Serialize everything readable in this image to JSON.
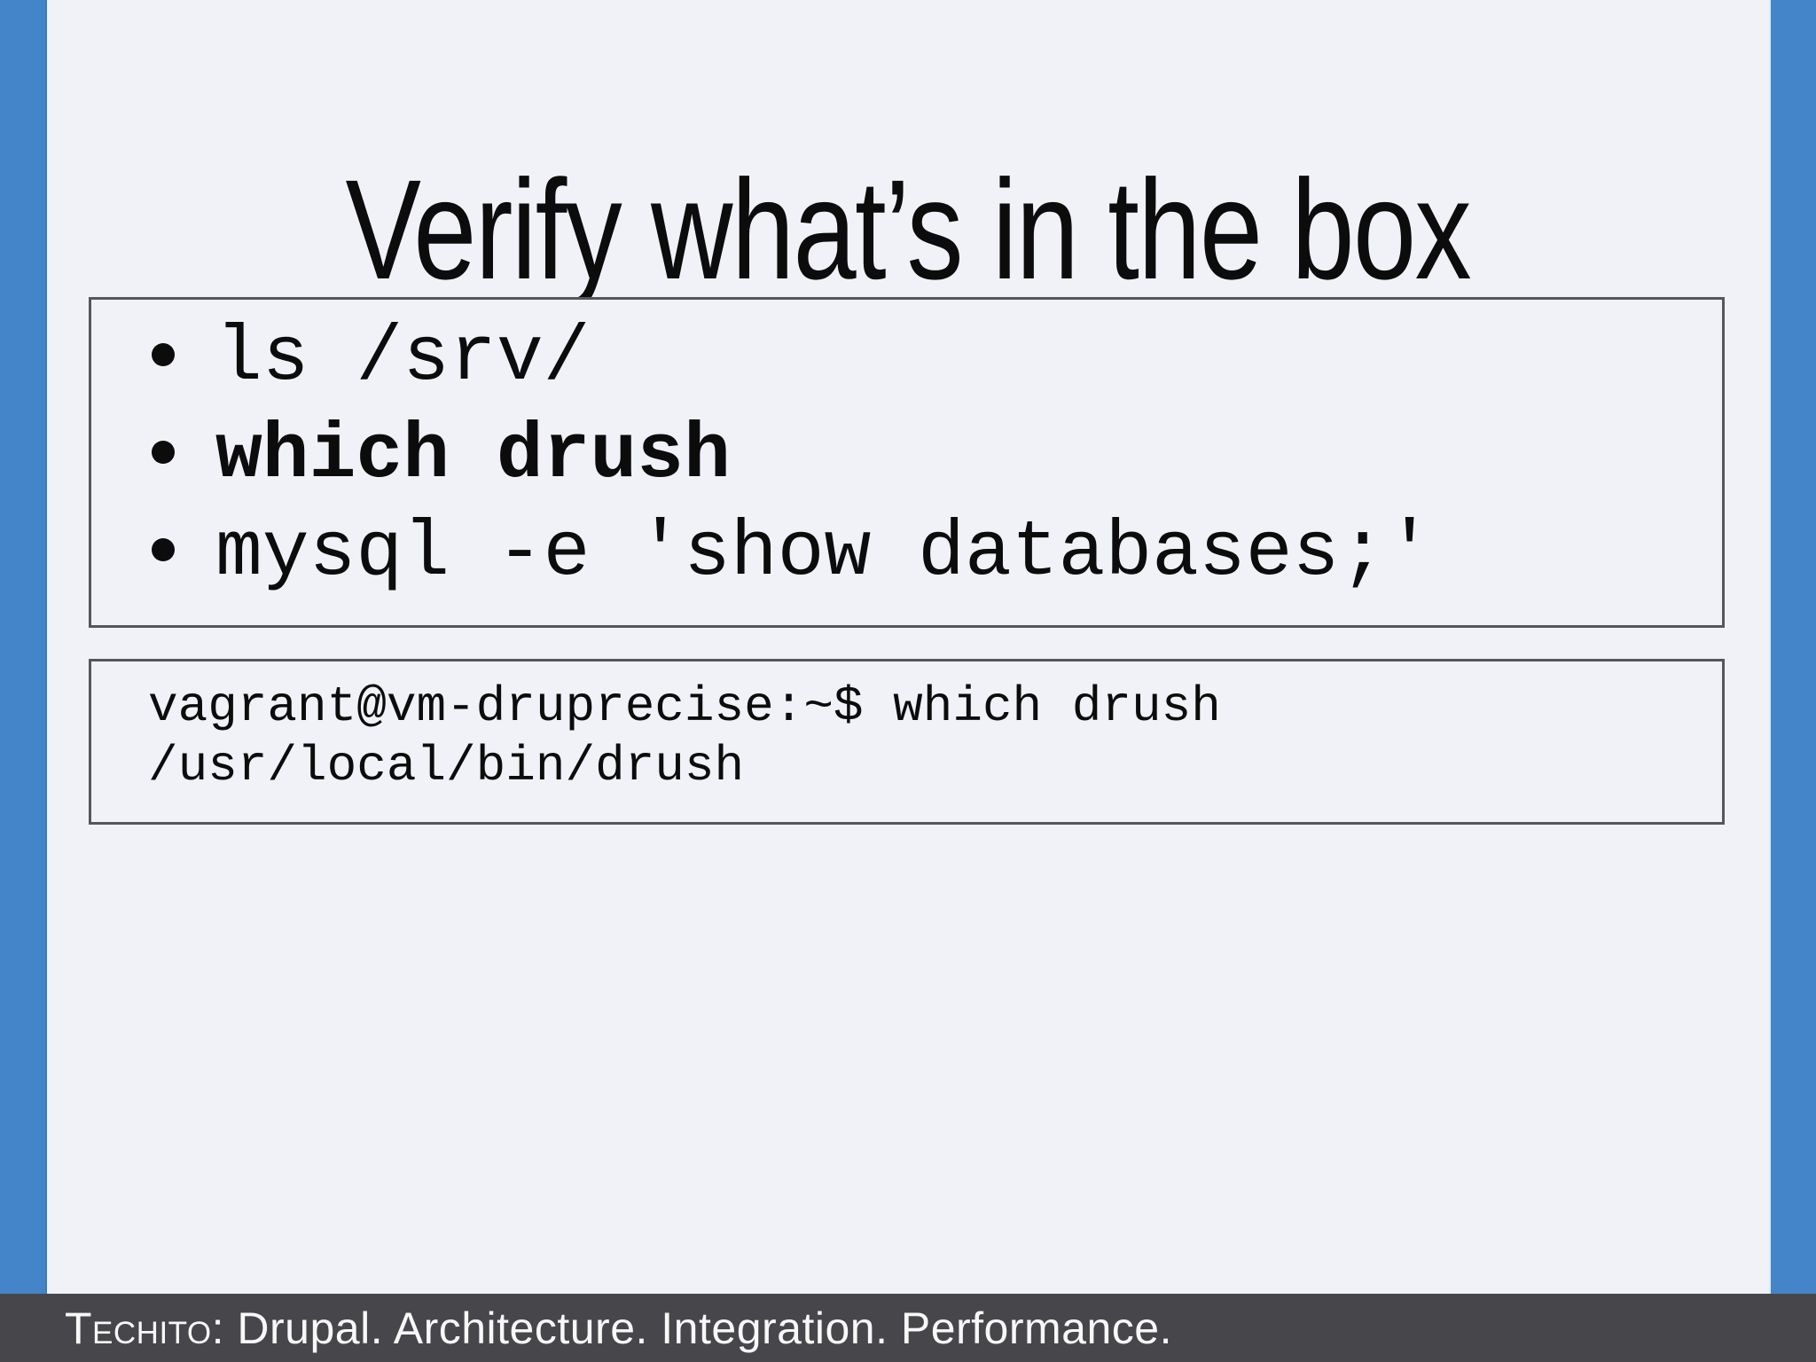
{
  "slide": {
    "title": "Verify what’s in the box",
    "commands_box": {
      "items": [
        {
          "text": "ls /srv/",
          "bold": false
        },
        {
          "text": "which drush",
          "bold": true
        },
        {
          "text": "mysql -e 'show databases;'",
          "bold": false
        }
      ]
    },
    "terminal_box": {
      "lines": [
        "vagrant@vm-druprecise:~$ which drush",
        "/usr/local/bin/drush"
      ]
    },
    "footer": {
      "brand": "Techito",
      "tagline": ": Drupal. Architecture. Integration. Performance."
    },
    "colors": {
      "accent_blue": "#4385c8",
      "background": "#f1f2f8",
      "box_border": "#55575c",
      "footer_background": "#47474b",
      "footer_text": "#f8f8f8",
      "body_text": "#0c0c0c"
    }
  }
}
